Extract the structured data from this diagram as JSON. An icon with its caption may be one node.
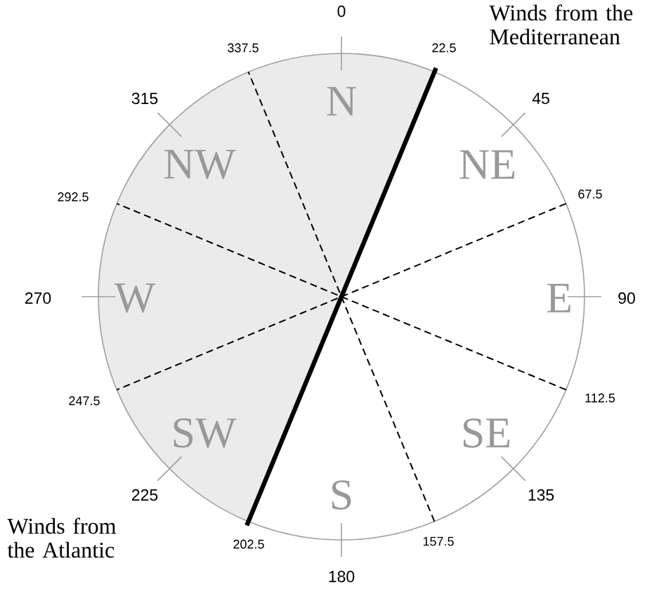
{
  "diagram": {
    "labels": [
      "0",
      "Winds from the Mediterranean",
      "337.5",
      "22.5",
      "315",
      "N",
      "45",
      "NW",
      "NE",
      "292.5",
      "67.5",
      "270",
      "W",
      "E",
      "90",
      "247.5",
      "112.5",
      "SW",
      "SE",
      "225",
      "135",
      "S",
      "202.5",
      "157.5",
      "Winds from the Atlantic",
      "180"
    ]
  }
}
